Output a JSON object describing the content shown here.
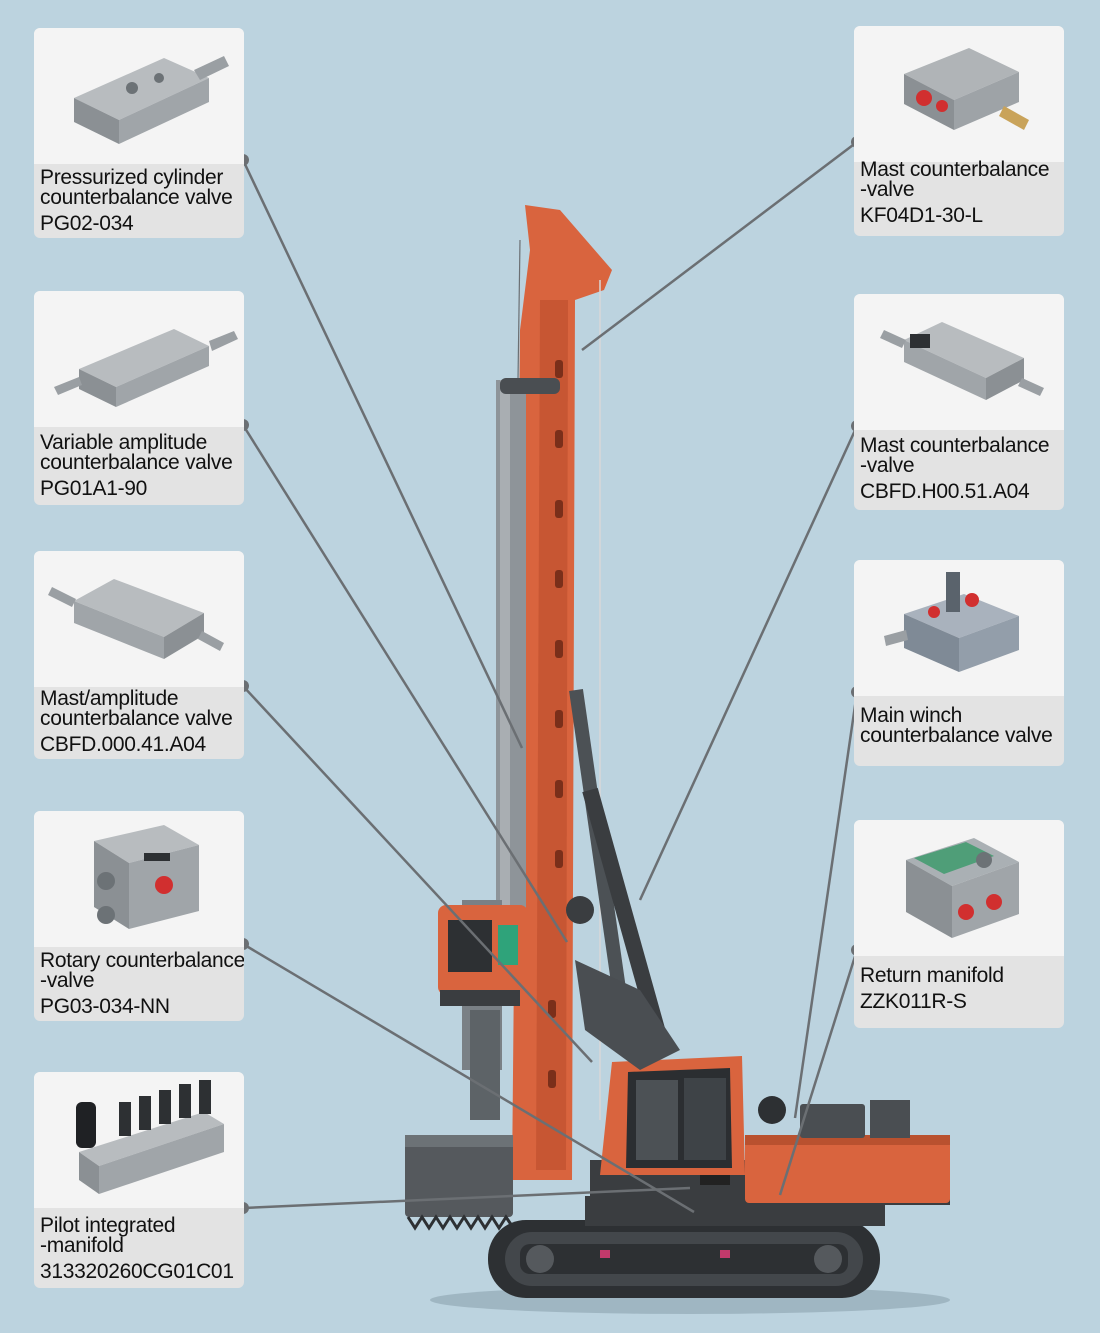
{
  "colors": {
    "background": "#bcd3df",
    "card": "#e3e3e3",
    "photo_bg": "#f4f4f4",
    "rig_orange": "#d9643e",
    "rig_dark": "#3a3d40",
    "leader_line": "#6b6f73",
    "dot": "#6b6f73"
  },
  "components": [
    {
      "side": "left",
      "lines": [
        "Pressurized cylinder",
        "counterbalance valve"
      ],
      "code": "PG02-034",
      "icon": "valve-block-icon"
    },
    {
      "side": "left",
      "lines": [
        "Variable amplitude",
        "counterbalance valve"
      ],
      "code": "PG01A1-90",
      "icon": "valve-block-icon"
    },
    {
      "side": "left",
      "lines": [
        "Mast/amplitude",
        "counterbalance valve"
      ],
      "code": "CBFD.000.41.A04",
      "icon": "valve-block-icon"
    },
    {
      "side": "left",
      "lines": [
        "Rotary counterbalance",
        "-valve"
      ],
      "code": "PG03-034-NN",
      "icon": "valve-block-icon"
    },
    {
      "side": "left",
      "lines": [
        "Pilot integrated",
        "-manifold"
      ],
      "code": "313320260CG01C01",
      "icon": "manifold-icon"
    },
    {
      "side": "right",
      "lines": [
        "Mast counterbalance",
        "-valve"
      ],
      "code": "KF04D1-30-L",
      "icon": "valve-block-icon"
    },
    {
      "side": "right",
      "lines": [
        "Mast counterbalance",
        "-valve"
      ],
      "code": "CBFD.H00.51.A04",
      "icon": "valve-block-icon"
    },
    {
      "side": "right",
      "lines": [
        "Main winch",
        "counterbalance valve"
      ],
      "code": "",
      "icon": "manifold-icon"
    },
    {
      "side": "right",
      "lines": [
        "Return manifold"
      ],
      "code": "ZZK011R-S",
      "icon": "manifold-icon"
    }
  ]
}
